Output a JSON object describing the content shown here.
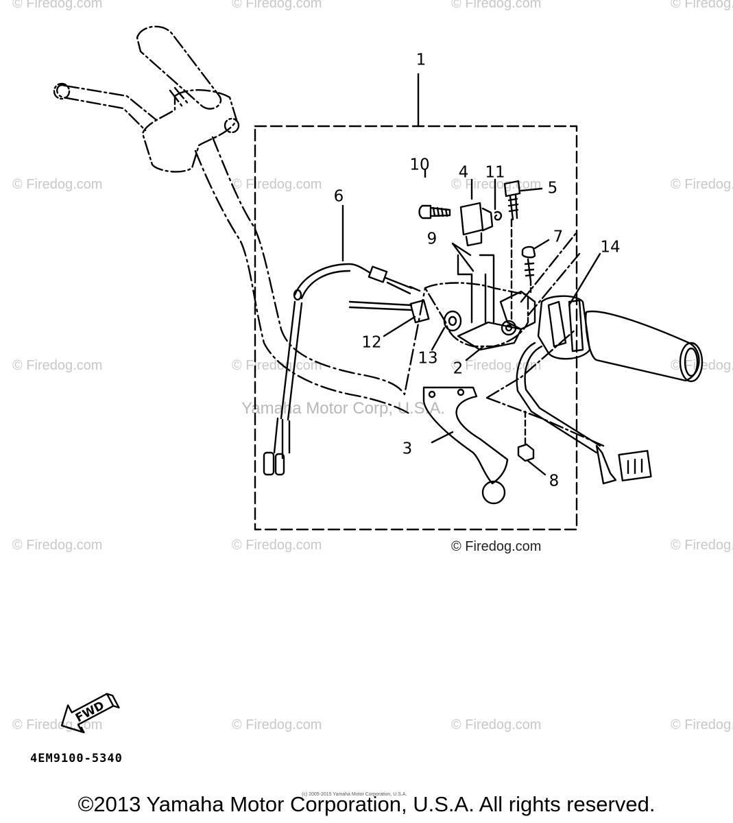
{
  "watermark": {
    "text": "© Firedog.com"
  },
  "center_mark": "Yamaha Motor Corp, U.S.A.",
  "credit": "© Firedog.com",
  "assembly_label": "1",
  "callouts": [
    {
      "id": "2",
      "label": "2"
    },
    {
      "id": "3",
      "label": "3"
    },
    {
      "id": "4",
      "label": "4"
    },
    {
      "id": "5",
      "label": "5"
    },
    {
      "id": "6",
      "label": "6"
    },
    {
      "id": "7",
      "label": "7"
    },
    {
      "id": "8",
      "label": "8"
    },
    {
      "id": "9",
      "label": "9"
    },
    {
      "id": "10",
      "label": "10"
    },
    {
      "id": "11",
      "label": "11"
    },
    {
      "id": "12",
      "label": "12"
    },
    {
      "id": "13",
      "label": "13"
    },
    {
      "id": "14",
      "label": "14"
    }
  ],
  "fwd_label": "FWD",
  "part_number": "4EM9100-5340",
  "small_note": "(c) 2005-2015 Yamaha Motor Corporation, U.S.A.",
  "copyright": "©2013 Yamaha Motor Corporation, U.S.A. All rights reserved."
}
